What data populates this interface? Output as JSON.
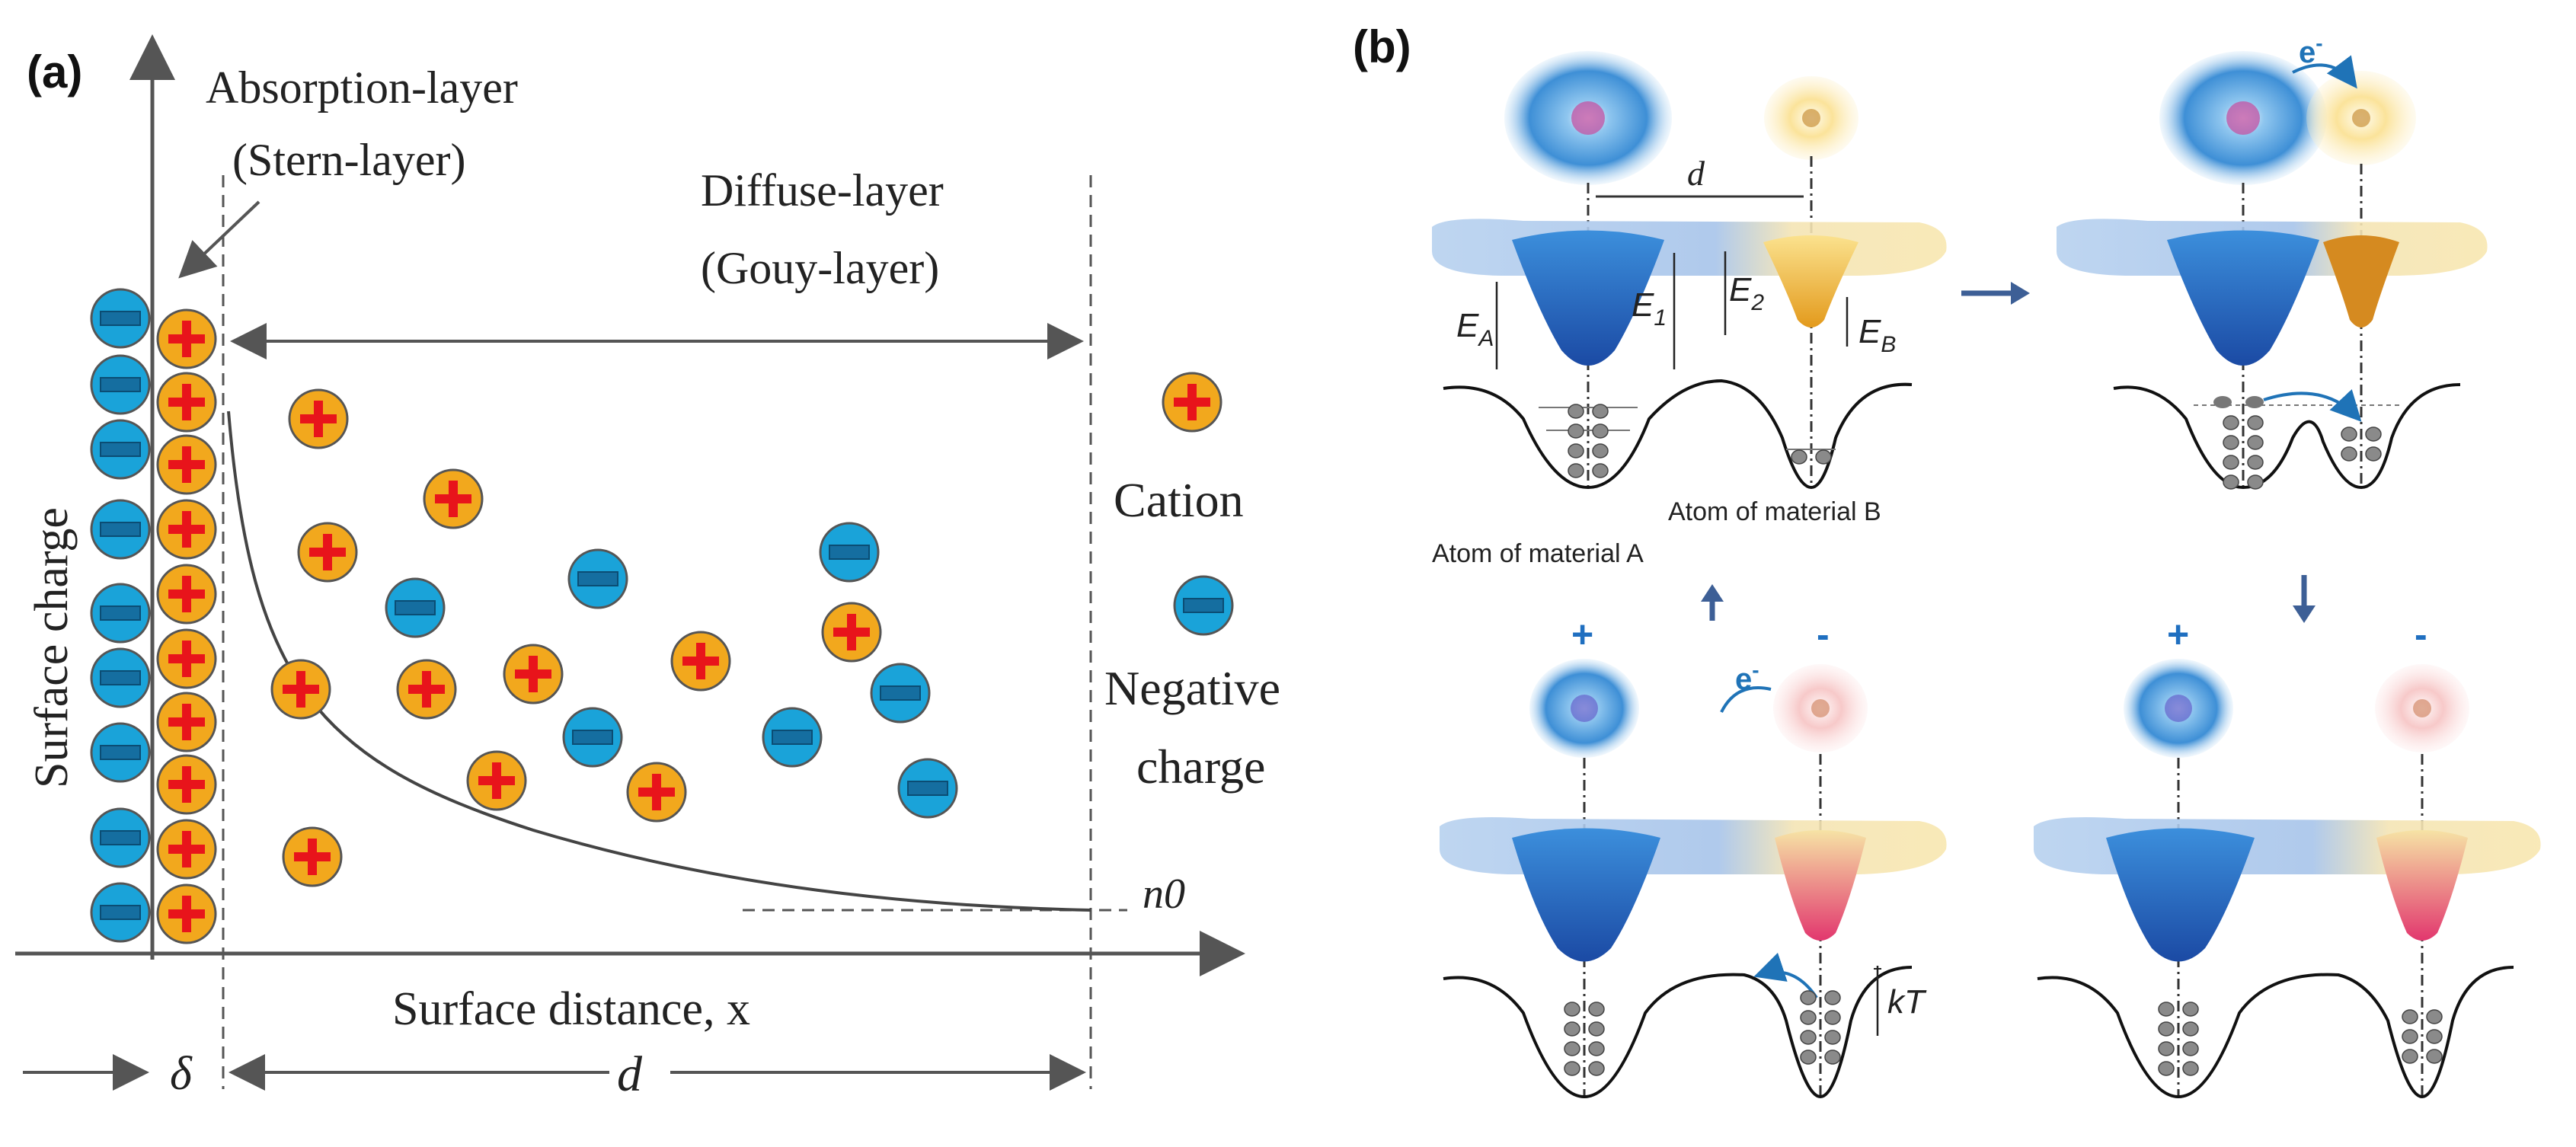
{
  "panel_a": {
    "label": "(a)",
    "stern_title": "Absorption-layer",
    "stern_subtitle": "(Stern-layer)",
    "diffuse_title": "Diffuse-layer",
    "diffuse_subtitle": "(Gouy-layer)",
    "y_axis_label": "Surface charge",
    "x_axis_label": "Surface distance, x",
    "n0_label": "n0",
    "delta_label": "δ",
    "d_label": "d",
    "legend_cation": "Cation",
    "legend_negative_1": "Negative",
    "legend_negative_2": "charge",
    "colors": {
      "anion": "#1aa3d9",
      "cation": "#f2a81d",
      "plus": "#e8141b"
    }
  },
  "panel_b": {
    "label": "(b)",
    "d_label": "d",
    "E_A": "E",
    "E_A_sub": "A",
    "E_1": "E",
    "E_1_sub": "1",
    "E_2": "E",
    "E_2_sub": "2",
    "E_B": "E",
    "E_B_sub": "B",
    "material_a": "Atom of material A",
    "material_b": "Atom of material B",
    "electron_label": "e",
    "electron_sup": "-",
    "plus_sign": "+",
    "minus_sign": "-",
    "kT_label": "kT",
    "colors": {
      "blue": "#2f66c4",
      "yellow": "#f6cf63",
      "pink": "#f07aa0",
      "arrow": "#3d5f96"
    }
  }
}
